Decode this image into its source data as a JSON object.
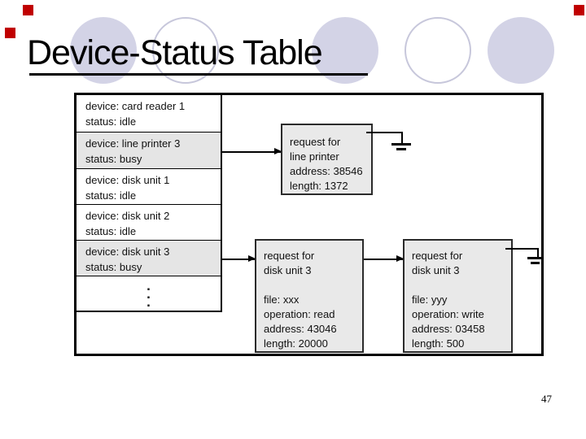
{
  "slide": {
    "title": "Device-Status Table",
    "page_number": "47"
  },
  "device_table": {
    "rows": [
      {
        "device": "device: card reader 1",
        "status": "status: idle",
        "shaded": false
      },
      {
        "device": "device: line printer 3",
        "status": "status: busy",
        "shaded": true
      },
      {
        "device": "device: disk unit 1",
        "status": "status: idle",
        "shaded": false
      },
      {
        "device": "device: disk unit 2",
        "status": "status: idle",
        "shaded": false
      },
      {
        "device": "device: disk unit 3",
        "status": "status: busy",
        "shaded": true
      }
    ],
    "ellipsis": ".\n.\n."
  },
  "request_blocks": {
    "line_printer": {
      "lines": [
        "request for",
        "line printer",
        "address: 38546",
        "length: 1372"
      ]
    },
    "disk3_read": {
      "lines": [
        "request for",
        "disk unit 3",
        " ",
        "file: xxx",
        "operation: read",
        "address: 43046",
        "length: 20000"
      ]
    },
    "disk3_write": {
      "lines": [
        "request for",
        "disk unit 3",
        " ",
        "file: yyy",
        "operation: write",
        "address: 03458",
        "length: 500"
      ]
    }
  },
  "colors": {
    "circle_fill": "#d3d3e6",
    "circle_stroke": "#c7c7db",
    "row_shade": "#e5e5e5",
    "block_fill": "#e9e9e9",
    "accent_square": "#c00000"
  }
}
